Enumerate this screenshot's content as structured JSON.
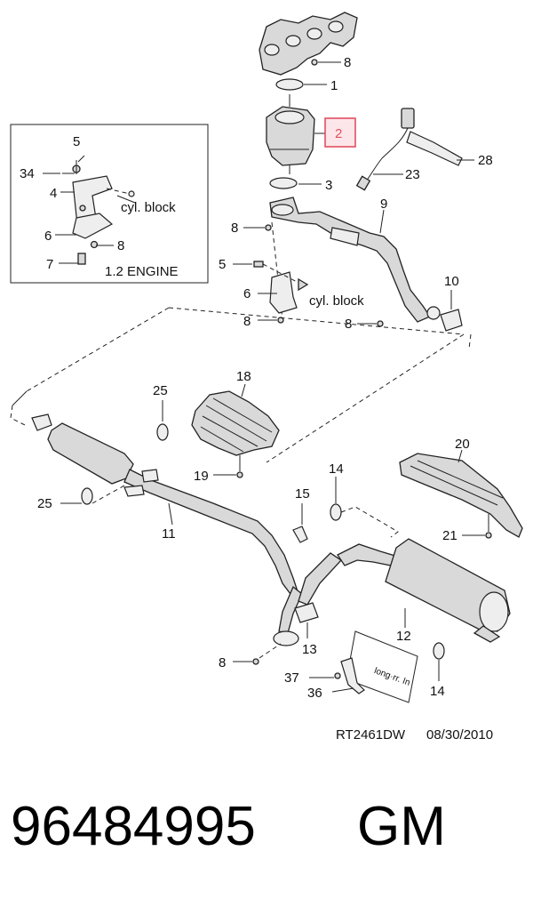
{
  "diagram": {
    "reference_code": "RT2461DW",
    "date": "08/30/2010",
    "part_number": "96484995",
    "brand": "GM",
    "inset_title": "1.2 ENGINE",
    "cyl_block_inset": "cyl. block",
    "cyl_block_main": "cyl. block",
    "highlight_color": "#e05060",
    "highlighted_callout": "2",
    "callouts": {
      "c1": "1",
      "c2": "2",
      "c3": "3",
      "c4": "4",
      "c5_inset": "5",
      "c5_main": "5",
      "c6_inset": "6",
      "c6_main": "6",
      "c7": "7",
      "c8_top": "8",
      "c8_inset": "8",
      "c8_a": "8",
      "c8_b": "8",
      "c8_c": "8",
      "c8_d": "8",
      "c9": "9",
      "c10": "10",
      "c11": "11",
      "c12": "12",
      "c13": "13",
      "c14_a": "14",
      "c14_b": "14",
      "c15": "15",
      "c18": "18",
      "c19": "19",
      "c20": "20",
      "c21": "21",
      "c23": "23",
      "c25_a": "25",
      "c25_b": "25",
      "c28": "28",
      "c34": "34",
      "c36": "36",
      "c37": "37"
    }
  }
}
